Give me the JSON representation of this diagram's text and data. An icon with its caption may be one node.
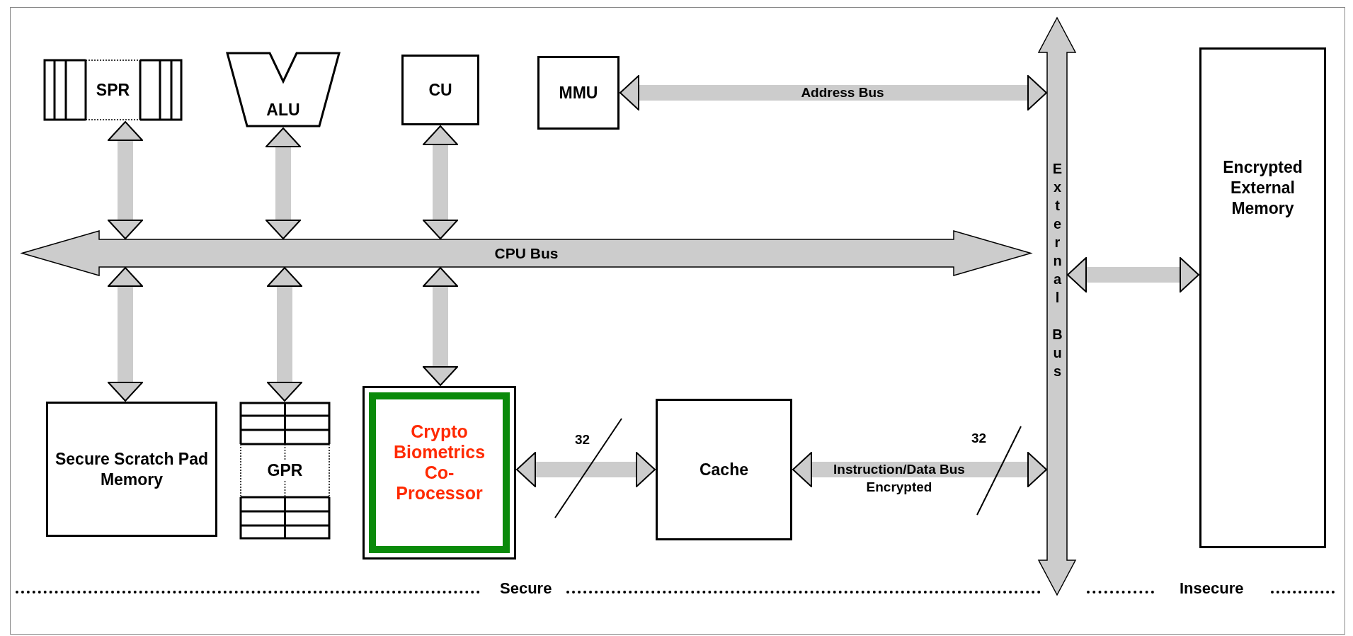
{
  "diagram": {
    "nodes": [
      {
        "text": [
          "SPR"
        ]
      },
      {
        "text": [
          "ALU"
        ]
      },
      {
        "text": [
          "CU"
        ]
      },
      {
        "text": [
          "MMU"
        ]
      },
      {
        "text": [
          "External Bus"
        ]
      },
      {
        "text": [
          "Encrypted External Memory"
        ]
      },
      {
        "text": [
          "CPU Bus"
        ]
      },
      {
        "text": [
          "Secure Scratch Pad Memory"
        ]
      },
      {
        "text": [
          "GPR"
        ]
      },
      {
        "text": [
          "Crypto Biometrics Co-Processor"
        ]
      },
      {
        "text": [
          "Cache"
        ]
      }
    ],
    "edges": [
      {
        "from": 0,
        "to": 6,
        "arrow": "both"
      },
      {
        "from": 1,
        "to": 6,
        "arrow": "both"
      },
      {
        "from": 2,
        "to": 6,
        "arrow": "both"
      },
      {
        "from": 3,
        "to": 4,
        "arrow": "both",
        "label": "Address Bus"
      },
      {
        "from": 6,
        "to": 7,
        "arrow": "both"
      },
      {
        "from": 6,
        "to": 8,
        "arrow": "both"
      },
      {
        "from": 6,
        "to": 9,
        "arrow": "both"
      },
      {
        "from": 9,
        "to": 10,
        "arrow": "both"
      },
      {
        "from": 10,
        "to": 4,
        "arrow": "both",
        "label": "Instruction/Data Bus Encrypted"
      },
      {
        "from": 4,
        "to": 5,
        "arrow": "both"
      }
    ],
    "labels": [
      "32",
      "32",
      "Secure",
      "Insecure"
    ]
  }
}
